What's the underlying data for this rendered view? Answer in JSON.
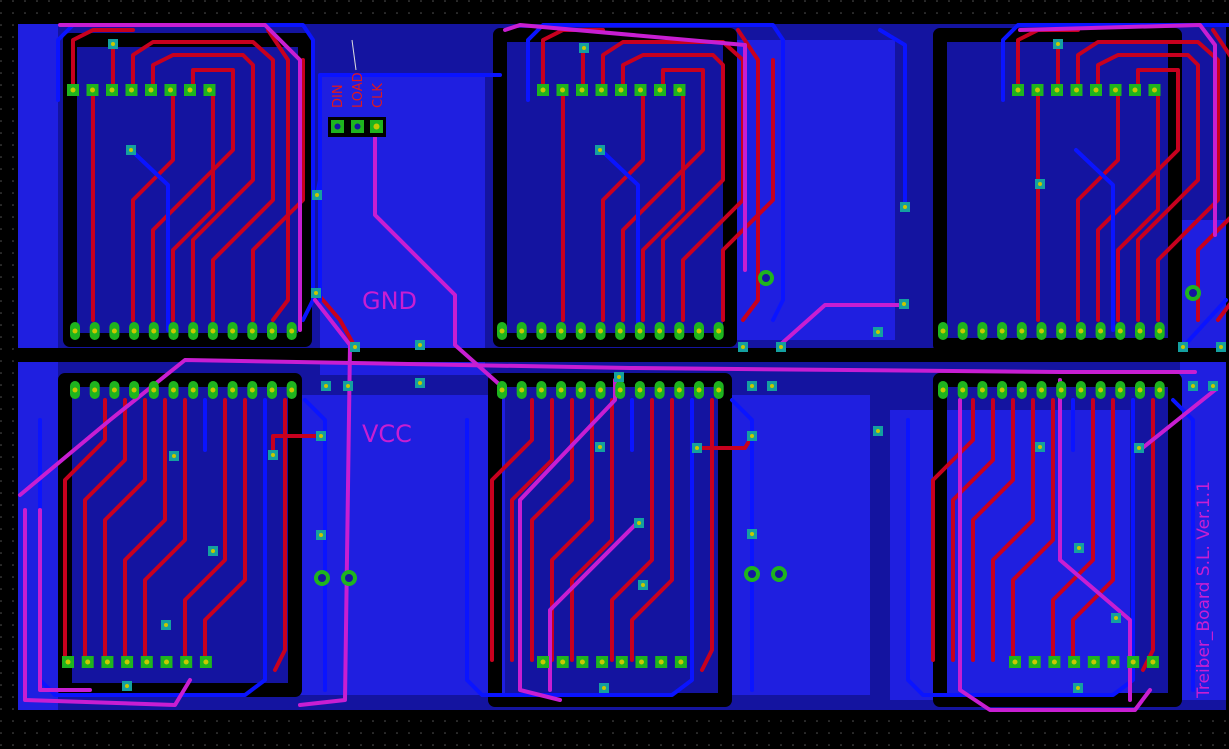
{
  "board": {
    "net_labels": {
      "gnd": "GND",
      "vcc": "VCC"
    },
    "connector_labels": [
      "DIN",
      "LOAD",
      "CLK"
    ],
    "version_text": "Treiber_Board S.L. Ver.1.1"
  },
  "colors": {
    "background": "#000000",
    "copper_fill": "#1414a0",
    "top_trace": "#c8001e",
    "bottom_trace": "#0a14ff",
    "silkscreen": "#c81ed2",
    "pad": "#1eb41e",
    "drill": "#c8c800",
    "via": "#14a0a0"
  }
}
